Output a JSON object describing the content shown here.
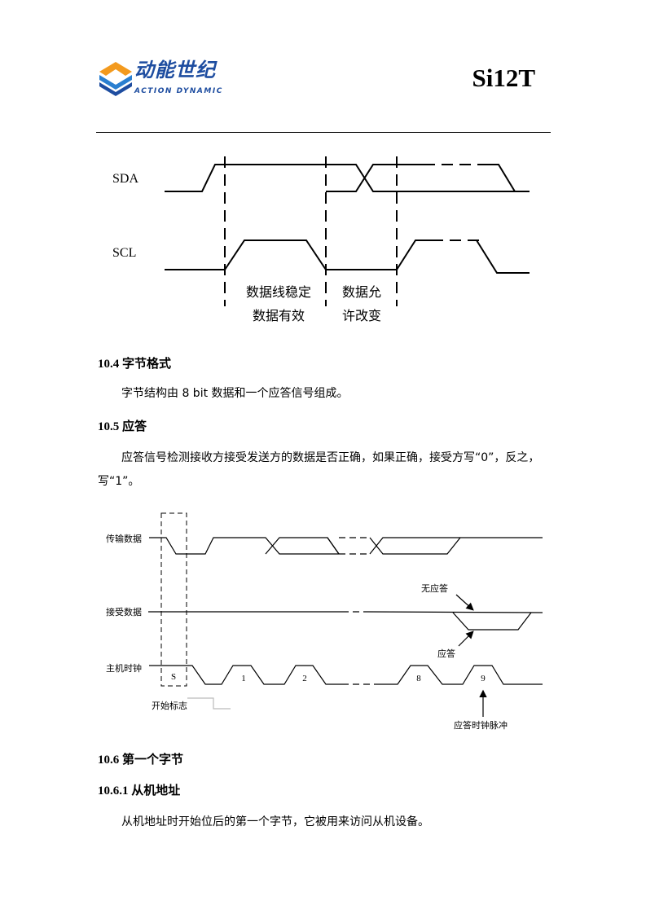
{
  "header": {
    "logo_cn": "动能世纪",
    "logo_en": "ACTION DYNAMIC",
    "model": "Si12T"
  },
  "diagram1": {
    "sda_label": "SDA",
    "scl_label": "SCL",
    "stable_line1": "数据线稳定",
    "stable_line2": "数据有效",
    "change_line1": "数据允",
    "change_line2": "许改变"
  },
  "sections": {
    "s104_title": "10.4  字节格式",
    "s104_body": "字节结构由 8 bit 数据和一个应答信号组成。",
    "s105_title": "10.5  应答",
    "s105_body": "应答信号检测接收方接受发送方的数据是否正确，如果正确，接受方写“0”，反之，写“1”。",
    "s106_title": "10.6  第一个字节",
    "s1061_title": "10.6.1  从机地址",
    "s1061_body": "从机地址时开始位后的第一个字节，它被用来访问从机设备。"
  },
  "diagram2": {
    "tx_label": "传输数据",
    "rx_label": "接受数据",
    "clk_label": "主机时钟",
    "start_label": "开始标志",
    "s_mark": "S",
    "pulses": [
      "1",
      "2",
      "8",
      "9"
    ],
    "nack_label": "无应答",
    "ack_label": "应答",
    "ack_clock_label": "应答时钟脉冲"
  }
}
